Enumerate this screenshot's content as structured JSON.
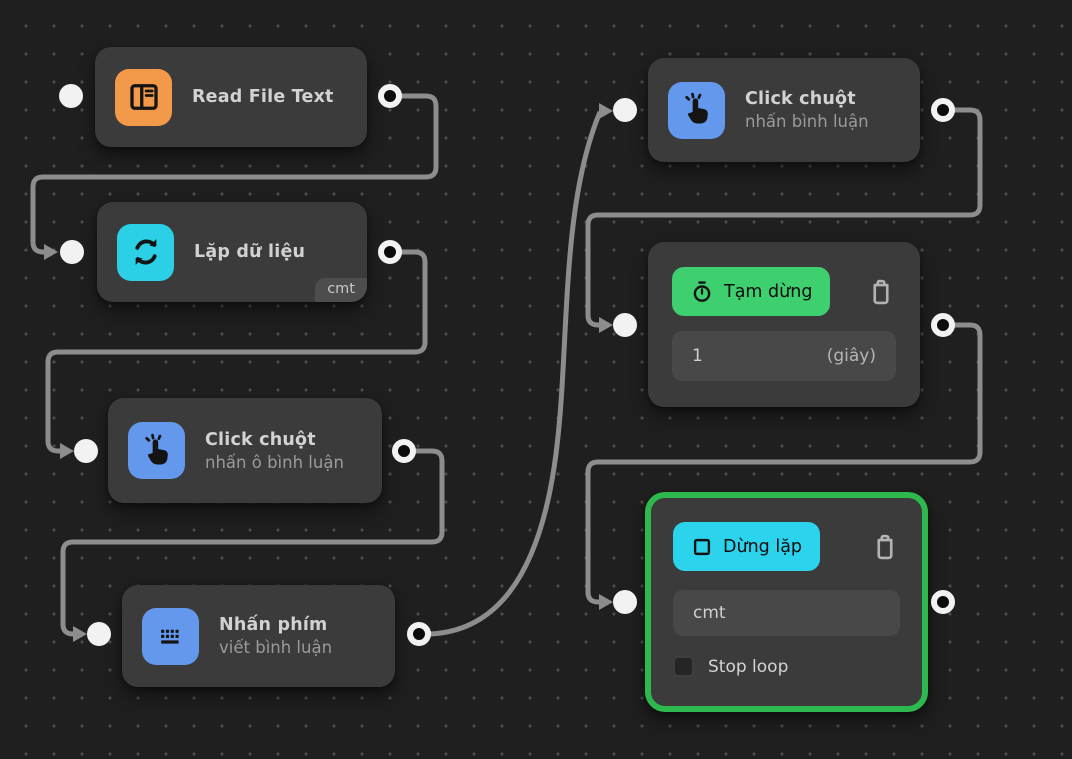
{
  "nodes": {
    "read_file": {
      "title": "Read File Text",
      "icon": "file-panel-icon",
      "icon_bg": "#f2994a"
    },
    "loop_data": {
      "title": "Lặp dữ liệu",
      "badge": "cmt",
      "icon": "loop-refresh-icon",
      "icon_bg": "#2bd0e6"
    },
    "click_comment_box": {
      "title": "Click chuột",
      "subtitle": "nhấn ô bình luận",
      "icon": "tap-click-icon",
      "icon_bg": "#6398ec"
    },
    "press_key": {
      "title": "Nhấn phím",
      "subtitle": "viết bình luận",
      "icon": "keyboard-icon",
      "icon_bg": "#6398ec"
    },
    "click_comment": {
      "title": "Click chuột",
      "subtitle": "nhấn bình luận",
      "icon": "tap-click-icon",
      "icon_bg": "#6398ec"
    },
    "pause": {
      "action_label": "Tạm dừng",
      "seconds_value": "1",
      "seconds_unit": "(giây)",
      "icon": "stopwatch-icon",
      "action_bg": "#3ecf6e"
    },
    "stop_loop": {
      "action_label": "Dừng lặp",
      "input_value": "cmt",
      "checkbox_label": "Stop loop",
      "checkbox_checked": false,
      "icon": "stop-square-icon",
      "action_bg": "#2bd3ed",
      "selected": true
    }
  },
  "colors": {
    "canvas_bg": "#1f1f1f",
    "grid_dot": "#4c4c4c",
    "node_bg": "#3b3b3b",
    "field_bg": "#484848",
    "wire": "#8d8d8d",
    "port": "#f2f2f2",
    "selection_border": "#2eb94e",
    "orange": "#f2994a",
    "cyan_icon": "#2bd0e6",
    "blue_icon": "#6398ec",
    "green_button": "#3ecf6e",
    "cyan_button": "#2bd3ed"
  }
}
